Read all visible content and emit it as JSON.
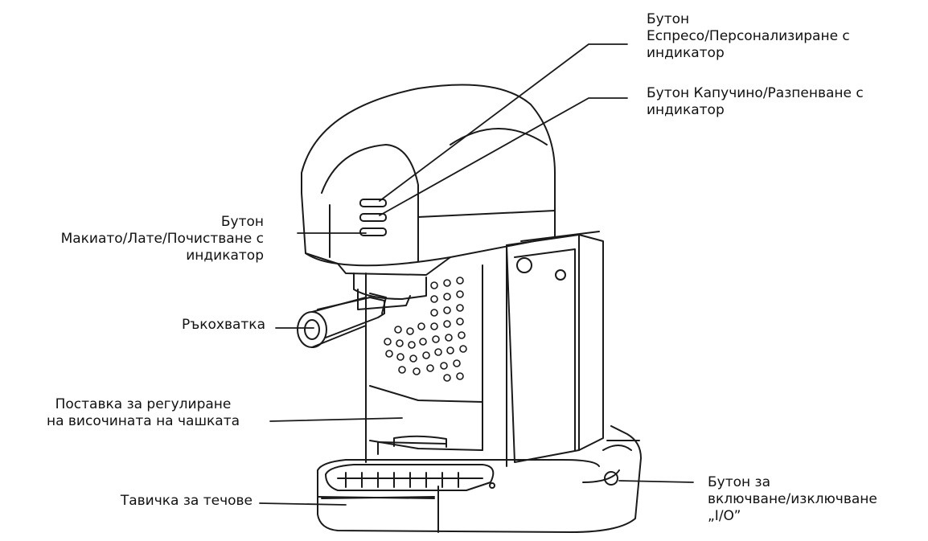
{
  "diagram": {
    "labels": {
      "espresso": [
        "Бутон",
        "Еспресо/Персонализиране с",
        "индикатор"
      ],
      "cappuccino": [
        "Бутон Капучино/Разпенване с",
        "индикатор"
      ],
      "macchiato": [
        "Бутон",
        "Макиато/Лате/Почистване с",
        "индикатор"
      ],
      "handle": [
        "Ръкохватка"
      ],
      "cup_stand": [
        "Поставка за регулиране",
        "на височината на чашката"
      ],
      "drip_tray": [
        "Тавичка за течове"
      ],
      "power": [
        "Бутон за",
        "включване/изключване",
        "„I/O”"
      ]
    },
    "colors": {
      "line": "#1a1a1a",
      "text": "#111111",
      "background": "#ffffff"
    }
  }
}
